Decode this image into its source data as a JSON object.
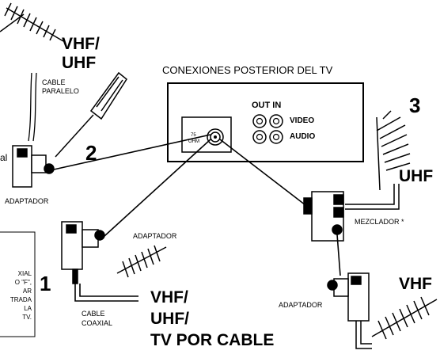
{
  "title": "CONEXIONES POSTERIOR DEL TV",
  "tv_panel": {
    "out_in": "OUT IN",
    "video": "VIDEO",
    "audio": "AUDIO",
    "antenna_symbol": "75",
    "antenna_ohm": "OHM"
  },
  "labels": {
    "vhf_uhf_top_1": "VHF/",
    "vhf_uhf_top_2": "UHF",
    "cable_paralelo_1": "CABLE",
    "cable_paralelo_2": "PARALELO",
    "partial_al": "al",
    "adaptador_left": "ADAPTADOR",
    "adaptador_mid": "ADAPTADOR",
    "adaptador_right": "ADAPTADOR",
    "mezclador": "MEZCLADOR *",
    "uhf_right": "UHF",
    "vhf_right": "VHF",
    "cable_coaxial_1": "CABLE",
    "cable_coaxial_2": "COAXIAL",
    "vhf_bottom_1": "VHF/",
    "vhf_bottom_2": "UHF/",
    "vhf_bottom_3": "TV POR CABLE"
  },
  "step_numbers": {
    "one": "1",
    "two": "2",
    "three": "3"
  },
  "side_note": [
    "XIAL",
    "O \"F\",",
    "AR",
    "TRADA",
    "LA",
    "TV."
  ]
}
